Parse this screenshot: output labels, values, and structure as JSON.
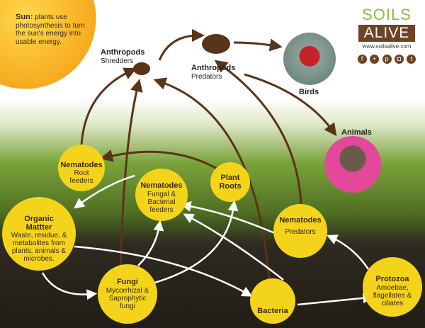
{
  "sun": {
    "title": "Sun:",
    "text": "plants use photosynthesis to turn the sun's energy into usable energy."
  },
  "logo": {
    "word1": "SOILS",
    "word2": "ALIVE",
    "url": "www.soilsalive.com",
    "social_icons": [
      "facebook-icon",
      "flickr-icon",
      "pinterest-icon",
      "instagram-icon",
      "twitter-icon"
    ]
  },
  "shredders": {
    "title": "Anthropods",
    "sub": "Shredders"
  },
  "predators": {
    "title": "Anthropods",
    "sub": "Predators"
  },
  "birds": {
    "title": "Birds"
  },
  "animals": {
    "title": "Animals"
  },
  "root_feeders": {
    "title": "Nematodes",
    "sub": "Root feeders"
  },
  "fb_feeders": {
    "title": "Nematodes",
    "sub": "Fungal & Bacterial feeders"
  },
  "plant_roots": {
    "title": "Plant Roots"
  },
  "organic": {
    "title": "Organic Mattter",
    "sub": "Waste, residue, & metabolites from plants, animals & microbes."
  },
  "fungi": {
    "title": "Fungi",
    "sub": "Mycorrhizal & Saprophytic fungi"
  },
  "bacteria": {
    "title": "Bacteria"
  },
  "protozoa": {
    "title": "Protozoa",
    "sub": "Amoebae, flagellates & ciliates"
  },
  "nem_predators": {
    "title": "Nematodes",
    "sub": "Predators"
  },
  "colors": {
    "circle": "#f3d41a",
    "brown_arrow": "#5a3418",
    "white_arrow": "#ffffff",
    "sun": "#f7b733",
    "logo_green": "#8dbb3e",
    "logo_brown": "#6b4424"
  }
}
